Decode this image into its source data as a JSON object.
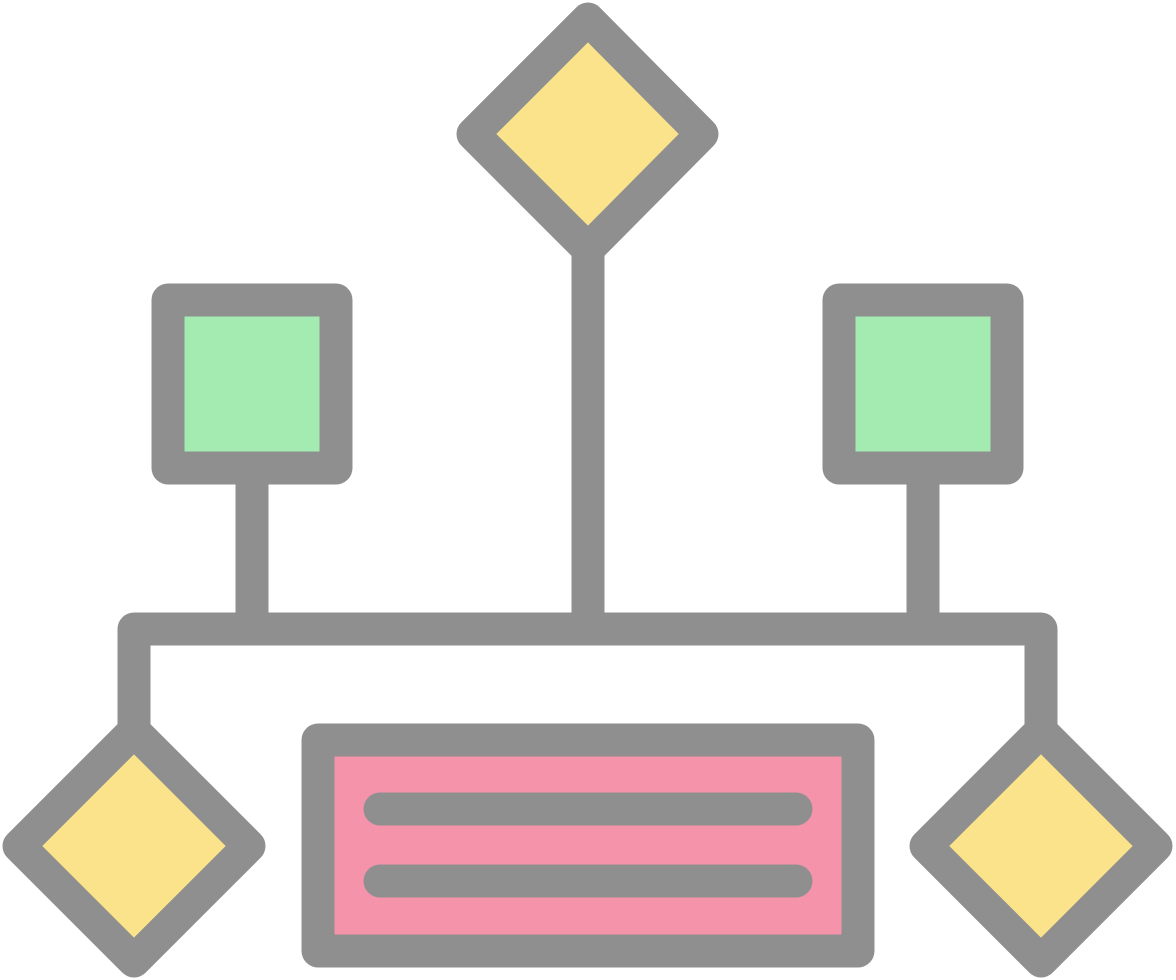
{
  "icon": {
    "name": "hierarchy-flowchart-icon",
    "colors": {
      "stroke": "#8f8f8f",
      "diamond_fill": "#fae38b",
      "square_fill": "#a3ebb0",
      "rect_fill": "#f493aa",
      "background": "#ffffff"
    },
    "nodes": [
      {
        "id": "top-diamond",
        "shape": "diamond"
      },
      {
        "id": "left-square",
        "shape": "square"
      },
      {
        "id": "right-square",
        "shape": "square"
      },
      {
        "id": "bottom-left-diamond",
        "shape": "diamond"
      },
      {
        "id": "bottom-right-diamond",
        "shape": "diamond"
      },
      {
        "id": "center-rectangle",
        "shape": "rectangle",
        "text_lines": 2
      }
    ]
  }
}
